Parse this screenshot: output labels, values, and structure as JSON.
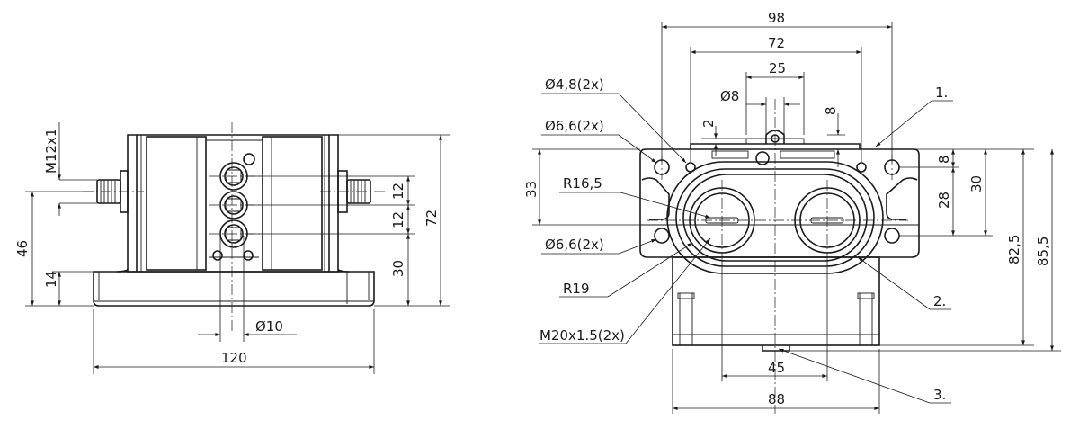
{
  "drawing": {
    "left_view": {
      "thread_label": "M12x1",
      "dims": {
        "left_46": "46",
        "left_14": "14",
        "right_12a": "12",
        "right_12b": "12",
        "right_30": "30",
        "right_72": "72",
        "dia_10": "Ø10",
        "width_120": "120"
      }
    },
    "right_view": {
      "dims": {
        "top_98": "98",
        "top_72": "72",
        "top_25": "25",
        "dia_8": "Ø8",
        "small_2": "2",
        "small_8_top": "8",
        "left_33": "33",
        "right_8": "8",
        "right_28": "28",
        "right_30": "30",
        "right_82_5": "82,5",
        "right_85_5": "85,5",
        "bottom_45": "45",
        "bottom_88": "88"
      },
      "callouts": {
        "hole_4_8": "Ø4,8(2x)",
        "hole_6_6_top": "Ø6,6(2x)",
        "radius_16_5": "R16,5",
        "hole_6_6_bottom": "Ø6,6(2x)",
        "radius_19": "R19",
        "thread_m20": "M20x1.5(2x)"
      },
      "item_labels": {
        "item_1": "1.",
        "item_2": "2.",
        "item_3": "3."
      }
    }
  }
}
